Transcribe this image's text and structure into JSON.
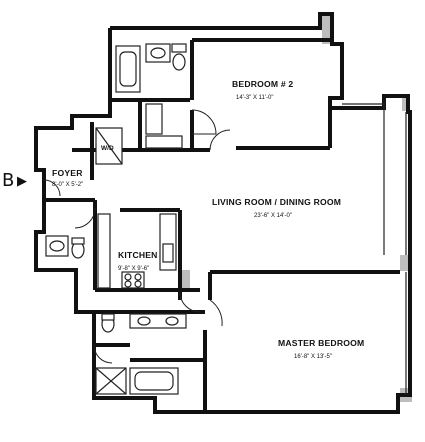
{
  "rooms": {
    "bedroom2": {
      "name": "BEDROOM # 2",
      "dim": "14'-3\" X 11'-0\""
    },
    "living": {
      "name": "LIVING ROOM / DINING ROOM",
      "dim": "23'-6\" X 14'-0\""
    },
    "foyer": {
      "name": "FOYER",
      "dim": "8'-0\" X 5'-2\""
    },
    "kitchen": {
      "name": "KITCHEN",
      "dim": "9'-8\" X 9'-6\""
    },
    "master": {
      "name": "MASTER BEDROOM",
      "dim": "16'-8\" X 13'-5\""
    }
  },
  "fixtures": {
    "washer_dryer": "W/D"
  },
  "entry_marker": {
    "letter": "B",
    "arrow": "▶"
  }
}
